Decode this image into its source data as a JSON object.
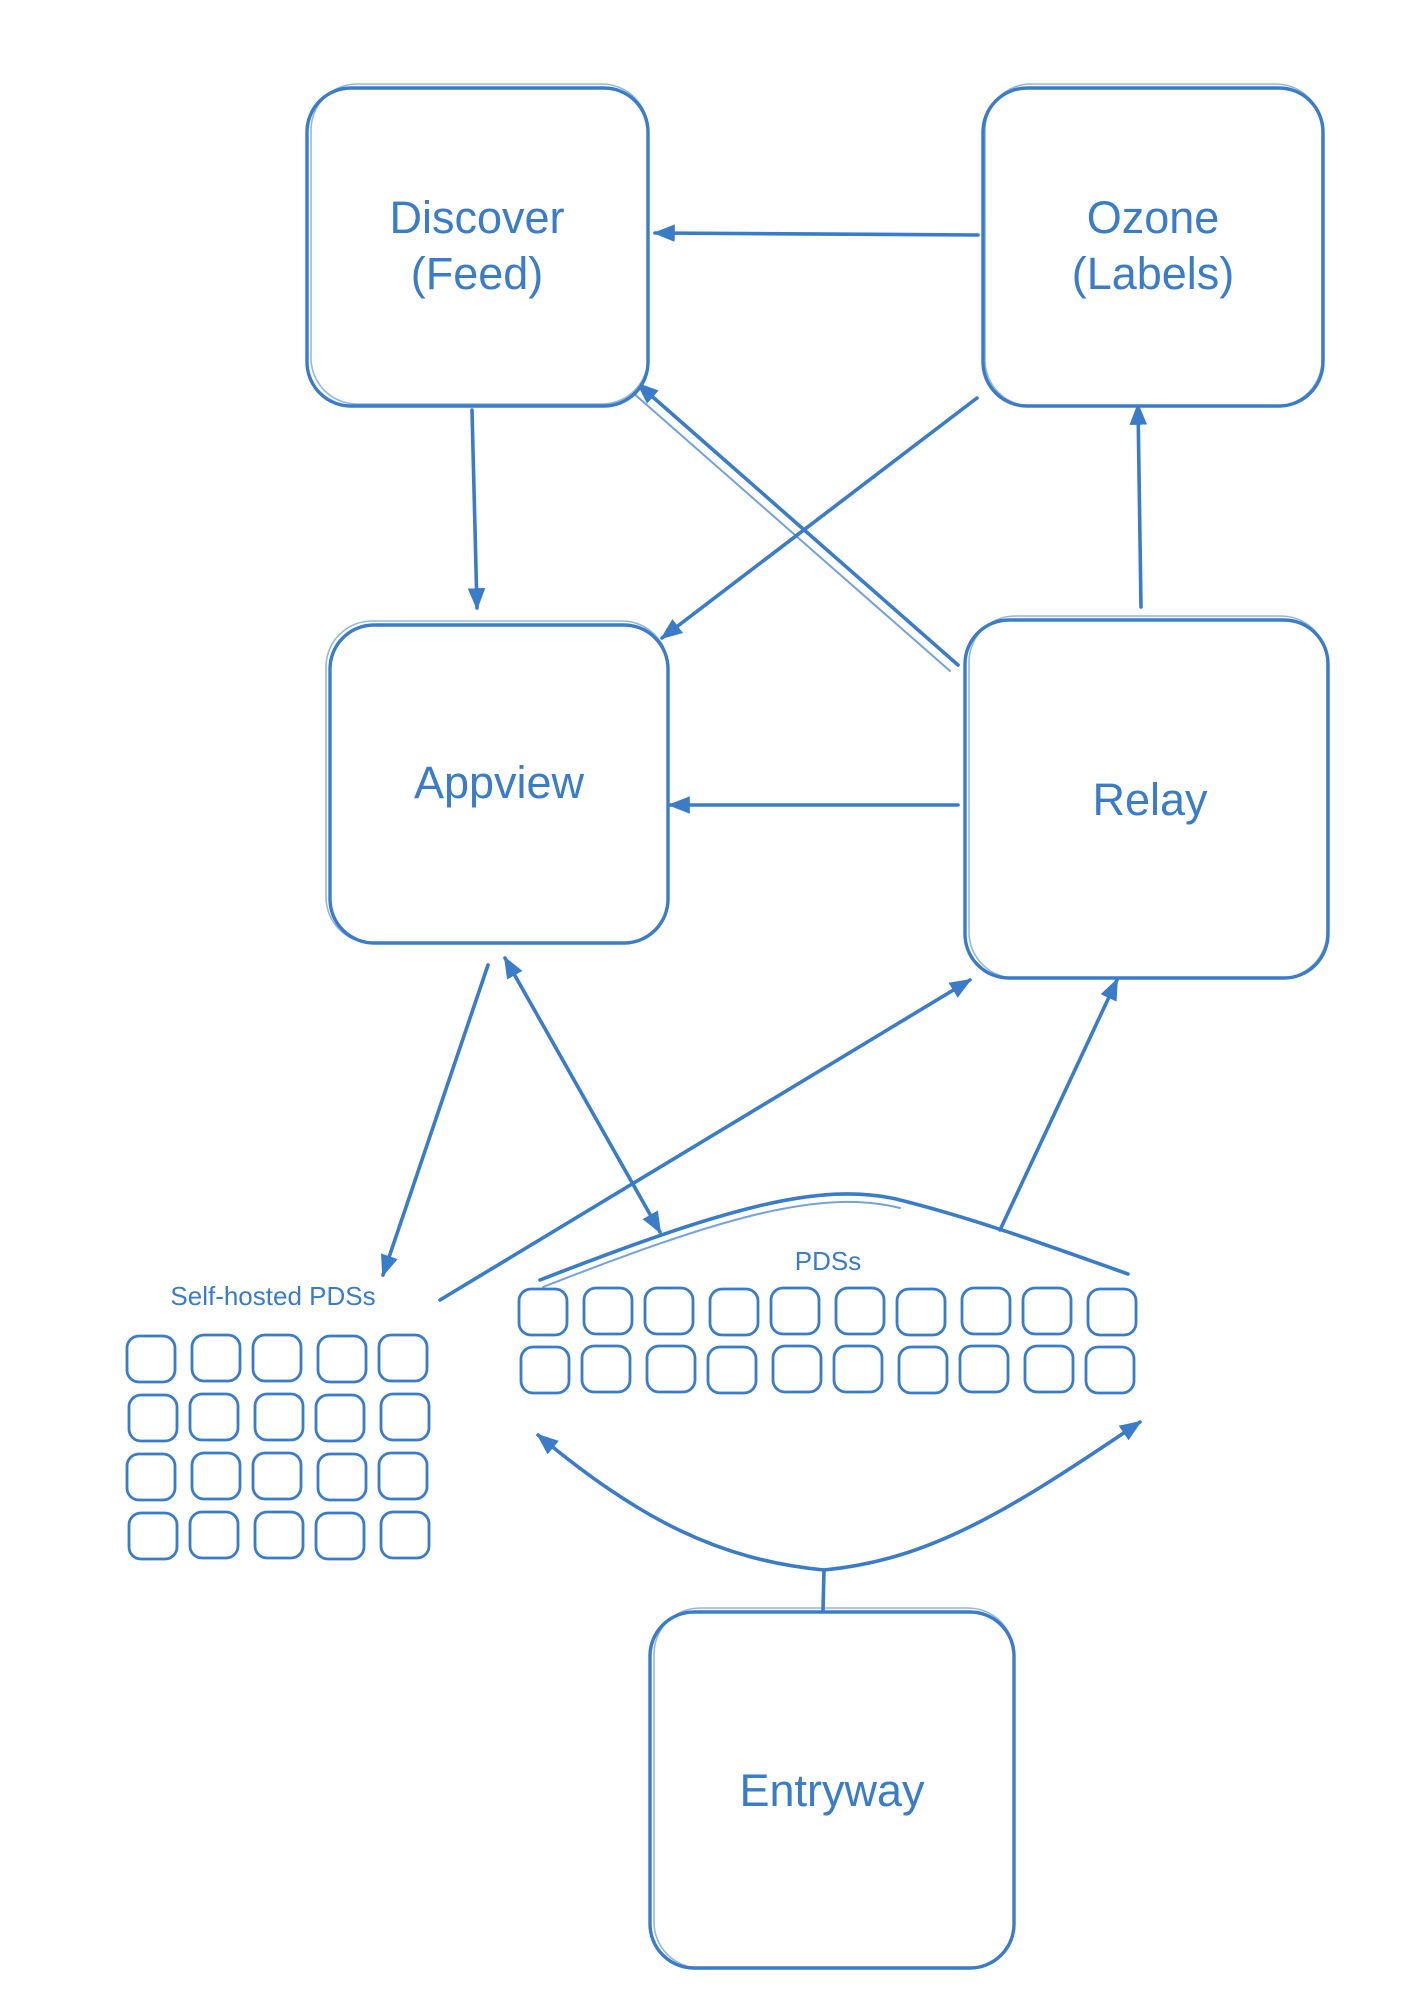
{
  "nodes": {
    "discover": {
      "line1": "Discover",
      "line2": "(Feed)"
    },
    "ozone": {
      "line1": "Ozone",
      "line2": "(Labels)"
    },
    "appview": {
      "label": "Appview"
    },
    "relay": {
      "label": "Relay"
    },
    "entryway": {
      "label": "Entryway"
    }
  },
  "groups": {
    "self_hosted": {
      "label": "Self-hosted PDSs",
      "rows": 4,
      "cols": 5
    },
    "pds": {
      "label": "PDSs",
      "rows": 2,
      "cols": 10
    }
  },
  "colors": {
    "stroke": "#3a7cc8",
    "background": "#ffffff"
  }
}
